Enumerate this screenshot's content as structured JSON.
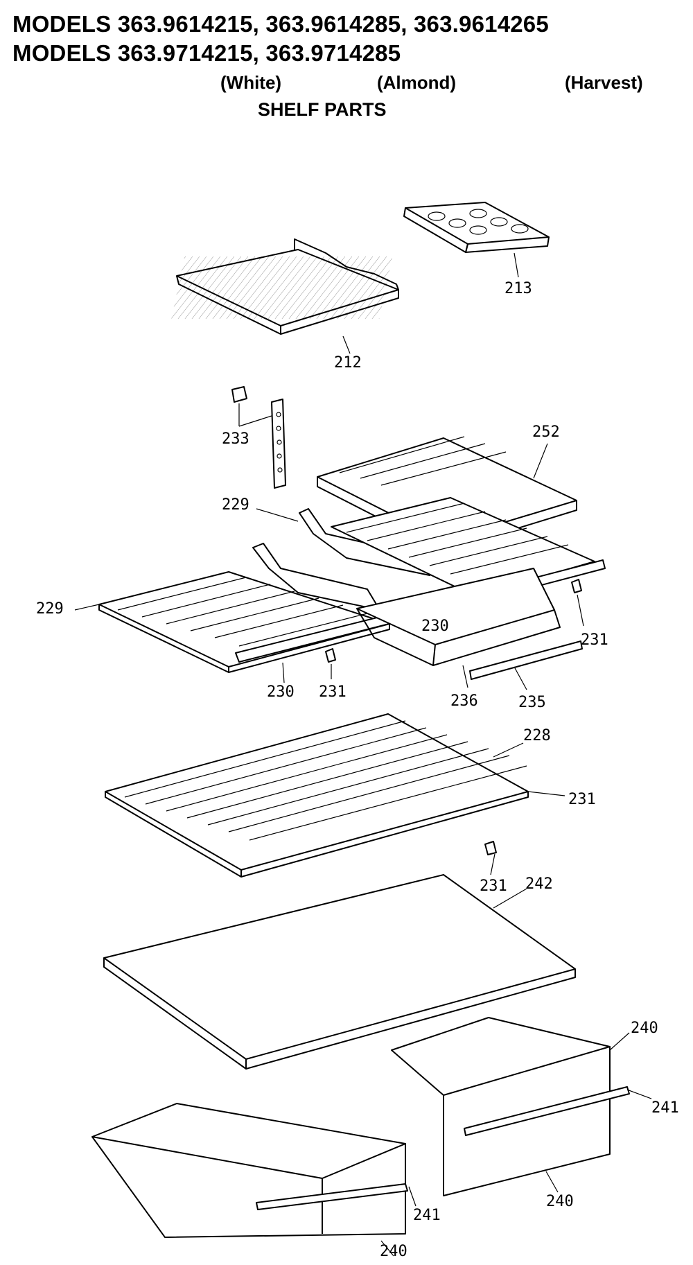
{
  "header": {
    "title_line1": "MODELS 363.9614215, 363.9614285, 363.9614265",
    "title_line2": "MODELS 363.9714215, 363.9714285",
    "colors": [
      "(White)",
      "(Almond)",
      "(Harvest)"
    ],
    "section": "SHELF PARTS"
  },
  "parts": [
    {
      "key": "ice_tray",
      "number": "213"
    },
    {
      "key": "freezer_shelf",
      "number": "212"
    },
    {
      "key": "shelf_support_clip",
      "number": "233"
    },
    {
      "key": "upper_right_shelf",
      "number": "252"
    },
    {
      "key": "shelf_bracket_rear",
      "number": "229"
    },
    {
      "key": "left_shelf",
      "number": "229"
    },
    {
      "key": "trim_right",
      "number": "230"
    },
    {
      "key": "clip_right",
      "number": "231"
    },
    {
      "key": "trim_left",
      "number": "230"
    },
    {
      "key": "clip_left",
      "number": "231"
    },
    {
      "key": "meat_pan",
      "number": "236"
    },
    {
      "key": "pan_trim",
      "number": "235"
    },
    {
      "key": "full_shelf",
      "number": "228"
    },
    {
      "key": "full_shelf_trim",
      "number": "231"
    },
    {
      "key": "full_shelf_clip",
      "number": "231"
    },
    {
      "key": "crisper_cover",
      "number": "242"
    },
    {
      "key": "crisper_right",
      "number": "240"
    },
    {
      "key": "crisper_right_handle",
      "number": "241"
    },
    {
      "key": "crisper_left_handle",
      "number": "241"
    },
    {
      "key": "crisper_right_bottom",
      "number": "240"
    },
    {
      "key": "crisper_left",
      "number": "240"
    }
  ]
}
